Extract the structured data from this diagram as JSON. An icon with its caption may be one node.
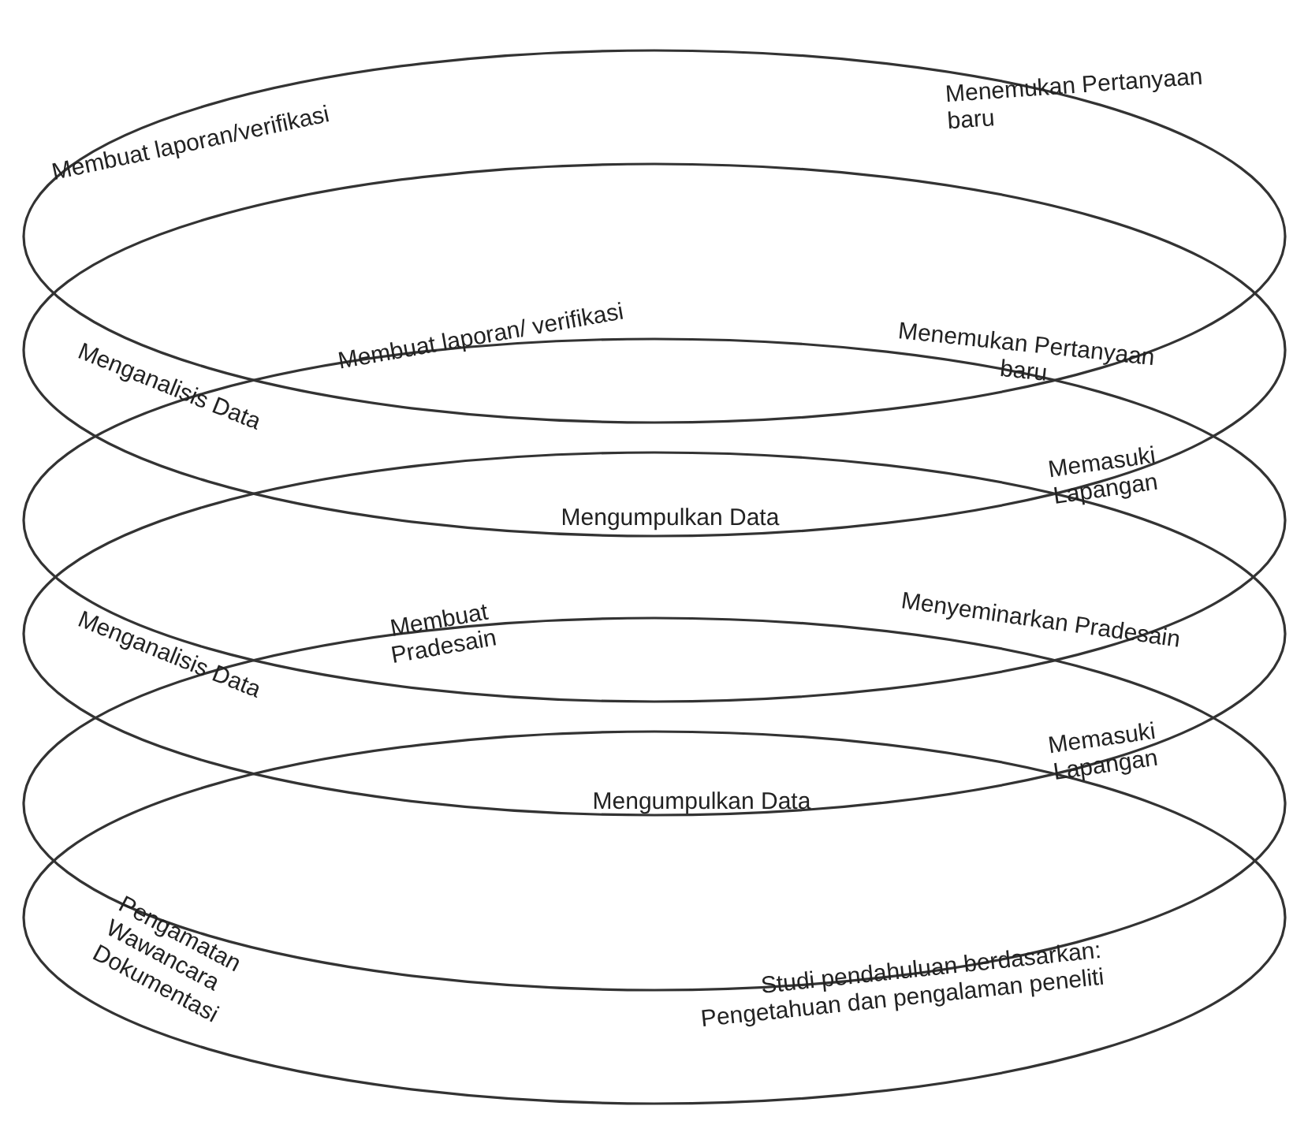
{
  "diagram": {
    "labels": [
      "Menemukan Pertanyaan baru",
      "Membuat laporan/verifikasi",
      "Menganalisis Data",
      "Membuat laporan/ verifikasi",
      "Menemukan Pertanyaan baru",
      "Memasuki Lapangan",
      "Mengumpulkan Data",
      "Menganalisis Data",
      "Membuat Pradesain",
      "Menyeminarkan Pradesain",
      "Memasuki Lapangan",
      "Mengumpulkan Data",
      "Pengamatan Wawancara Dokumentasi",
      "Studi pendahuluan berdasarkan: Pengetahuan dan pengalaman peneliti"
    ]
  }
}
